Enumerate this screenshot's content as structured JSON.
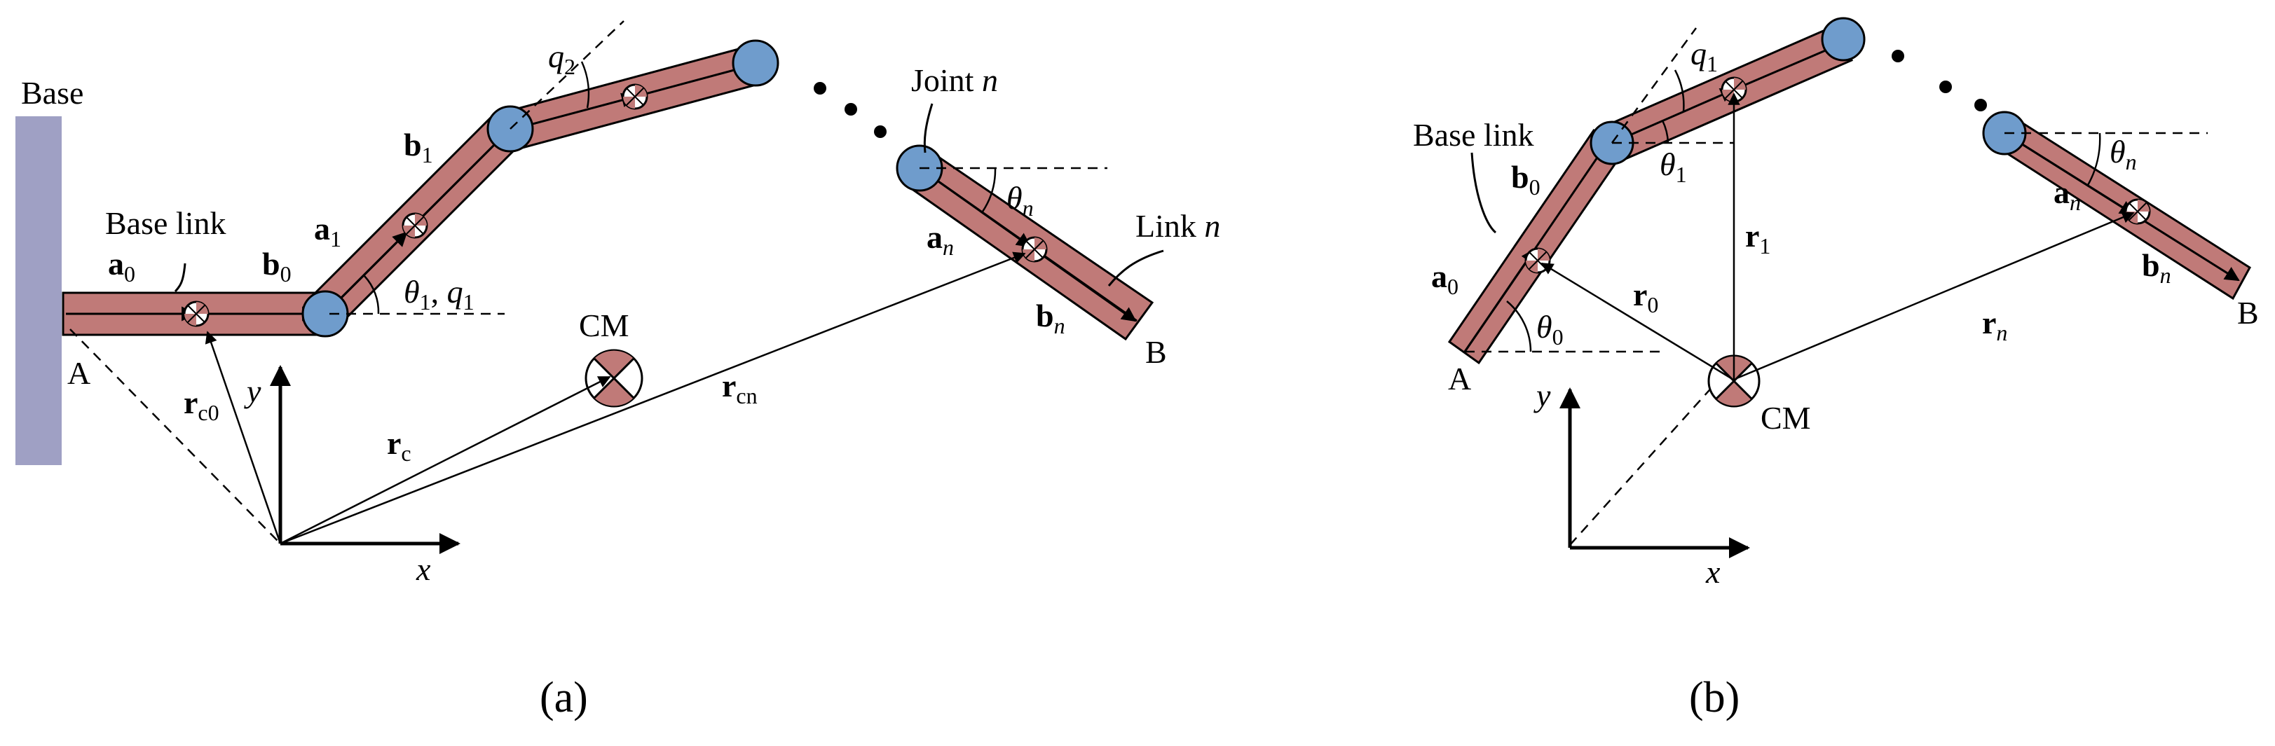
{
  "panel_a": {
    "caption": "(a)",
    "base": "Base",
    "base_link": "Base link",
    "point_a": "A",
    "point_b": "B",
    "a0": {
      "v": "a",
      "s": "0"
    },
    "b0": {
      "v": "b",
      "s": "0"
    },
    "a1": {
      "v": "a",
      "s": "1"
    },
    "b1": {
      "v": "b",
      "s": "1"
    },
    "q2": {
      "v": "q",
      "s": "2"
    },
    "theta1_q1": {
      "t": "θ",
      "ts": "1",
      "sep": ", ",
      "q": "q",
      "qs": "1"
    },
    "joint_n": {
      "text": "Joint ",
      "n": "n"
    },
    "link_n": {
      "text": "Link ",
      "n": "n"
    },
    "theta_n": {
      "v": "θ",
      "s": "n"
    },
    "an": {
      "v": "a",
      "s": "n"
    },
    "bn": {
      "v": "b",
      "s": "n"
    },
    "cm": "CM",
    "rc0": {
      "v": "r",
      "s": "c0"
    },
    "rc": {
      "v": "r",
      "s": "c"
    },
    "rcn": {
      "v": "r",
      "s": "cn"
    },
    "x": "x",
    "y": "y"
  },
  "panel_b": {
    "caption": "(b)",
    "base_link": "Base link",
    "point_a": "A",
    "point_b": "B",
    "a0": {
      "v": "a",
      "s": "0"
    },
    "b0": {
      "v": "b",
      "s": "0"
    },
    "q1": {
      "v": "q",
      "s": "1"
    },
    "theta1": {
      "v": "θ",
      "s": "1"
    },
    "theta0": {
      "v": "θ",
      "s": "0"
    },
    "r0": {
      "v": "r",
      "s": "0"
    },
    "r1": {
      "v": "r",
      "s": "1"
    },
    "rn": {
      "v": "r",
      "s": "n"
    },
    "theta_n": {
      "v": "θ",
      "s": "n"
    },
    "an": {
      "v": "a",
      "s": "n"
    },
    "bn": {
      "v": "b",
      "s": "n"
    },
    "cm": "CM",
    "x": "x",
    "y": "y"
  },
  "colors": {
    "link_fill": "#c07a78",
    "joint_fill": "#6f9ccc",
    "base_fill": "#9fa0c4",
    "cm_fill": "#c07a78"
  }
}
